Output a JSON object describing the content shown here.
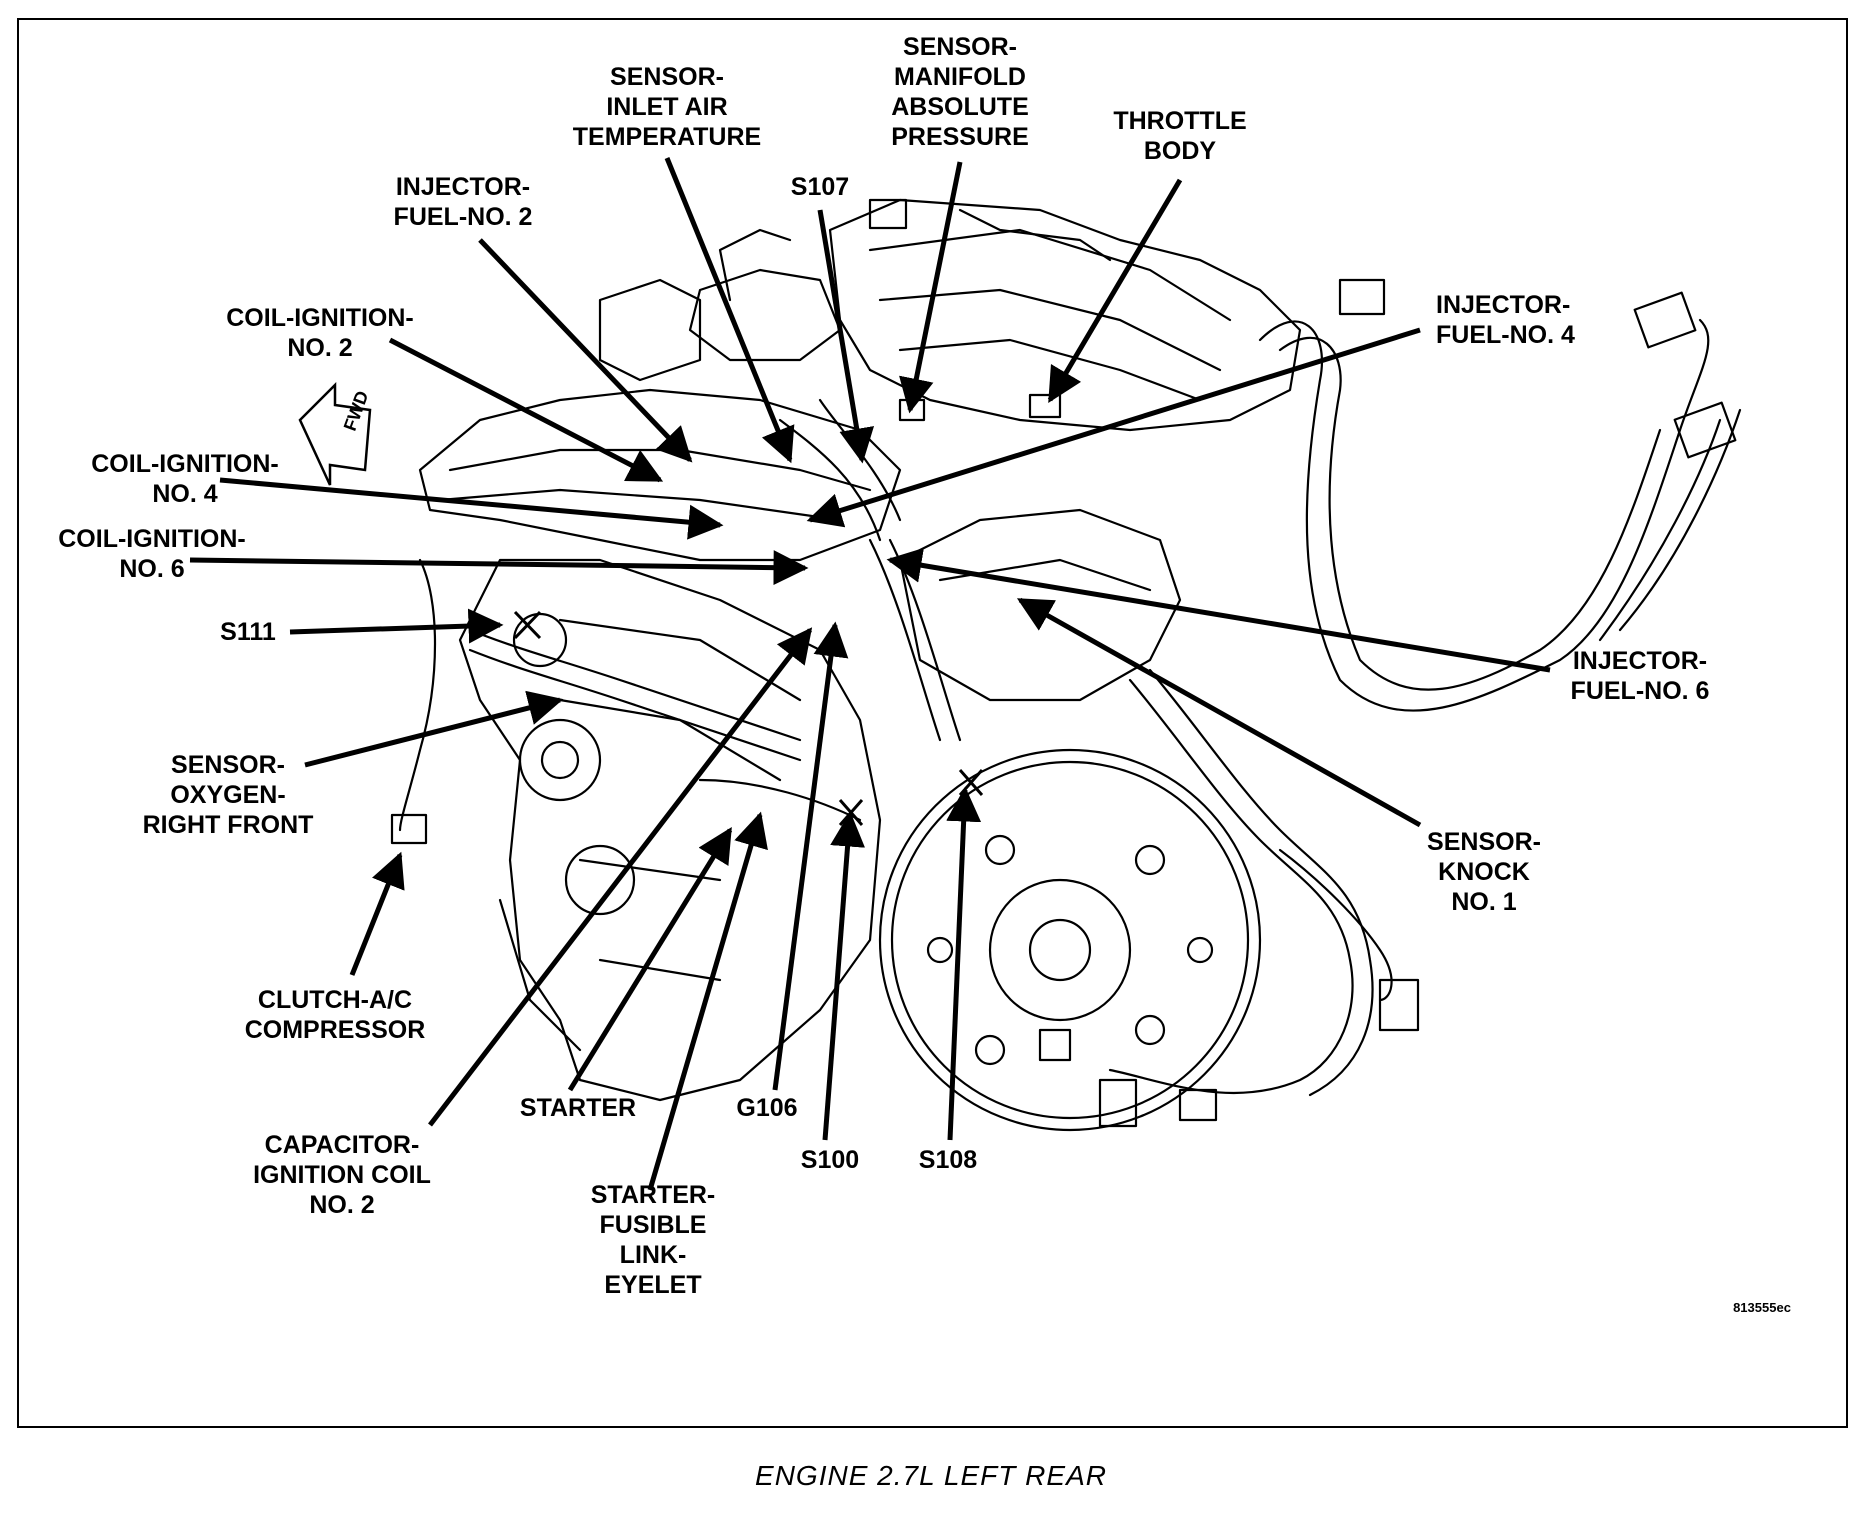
{
  "figure_id": "813555ec",
  "caption": "ENGINE 2.7L LEFT REAR",
  "fwd_label": "FWD",
  "labels": {
    "sensor_inlet_air_temp": "SENSOR-\nINLET AIR\nTEMPERATURE",
    "sensor_map": "SENSOR-\nMANIFOLD\nABSOLUTE\nPRESSURE",
    "throttle_body": "THROTTLE\nBODY",
    "s107": "S107",
    "injector_fuel_2": "INJECTOR-\nFUEL-NO. 2",
    "coil_ignition_2": "COIL-IGNITION-\nNO. 2",
    "injector_fuel_4": "INJECTOR-\nFUEL-NO. 4",
    "coil_ignition_4": "COIL-IGNITION-\nNO. 4",
    "coil_ignition_6": "COIL-IGNITION-\nNO. 6",
    "s111": "S111",
    "injector_fuel_6": "INJECTOR-\nFUEL-NO. 6",
    "sensor_oxygen_rf": "SENSOR-\nOXYGEN-\nRIGHT FRONT",
    "sensor_knock_1": "SENSOR-\nKNOCK\nNO. 1",
    "clutch_ac": "CLUTCH-A/C\nCOMPRESSOR",
    "starter": "STARTER",
    "g106": "G106",
    "s100": "S100",
    "s108": "S108",
    "capacitor_coil_2": "CAPACITOR-\nIGNITION COIL\nNO. 2",
    "starter_fusible_link": "STARTER-\nFUSIBLE\nLINK-\nEYELET"
  }
}
